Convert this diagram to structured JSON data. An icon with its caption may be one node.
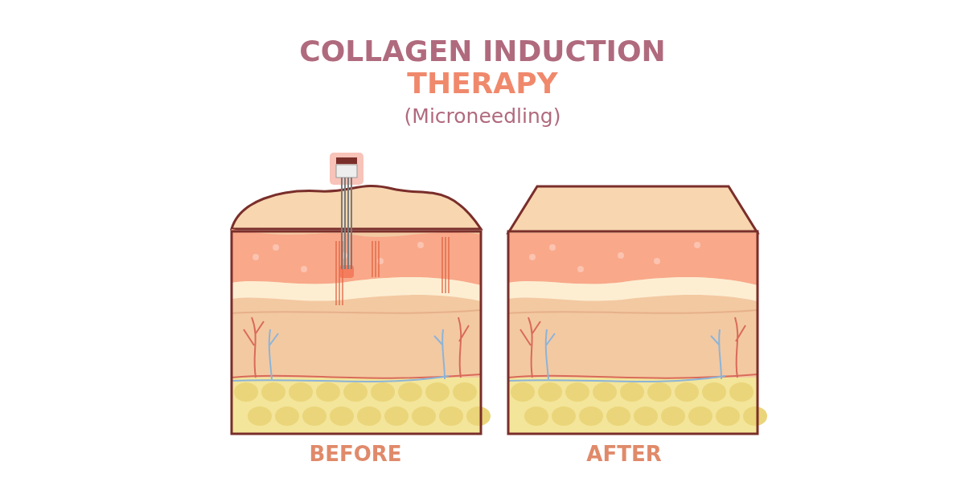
{
  "diagram": {
    "title": "COLLAGEN INDUCTION THERAPY",
    "labels": [
      "(Microneedling)",
      "BEFORE",
      "AFTER"
    ]
  }
}
